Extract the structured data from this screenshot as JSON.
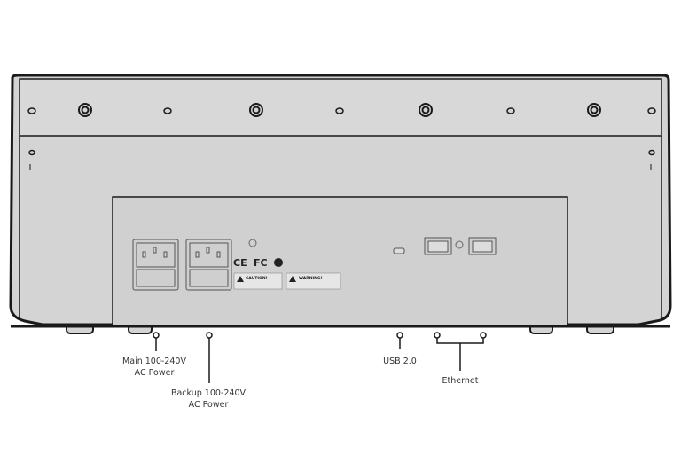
{
  "callouts": {
    "main_power": [
      "Main 100-240V",
      "AC Power"
    ],
    "backup_power": [
      "Backup 100-240V",
      "AC Power"
    ],
    "usb": "USB 2.0",
    "ethernet": "Ethernet"
  },
  "markings": {
    "ce": "CE",
    "fc": "FC",
    "caution": "CAUTION!",
    "warning": "WARNING!"
  },
  "colors": {
    "body": "#d4d4d4",
    "outline": "#1a1a1a",
    "panel": "#d0d0d0"
  }
}
